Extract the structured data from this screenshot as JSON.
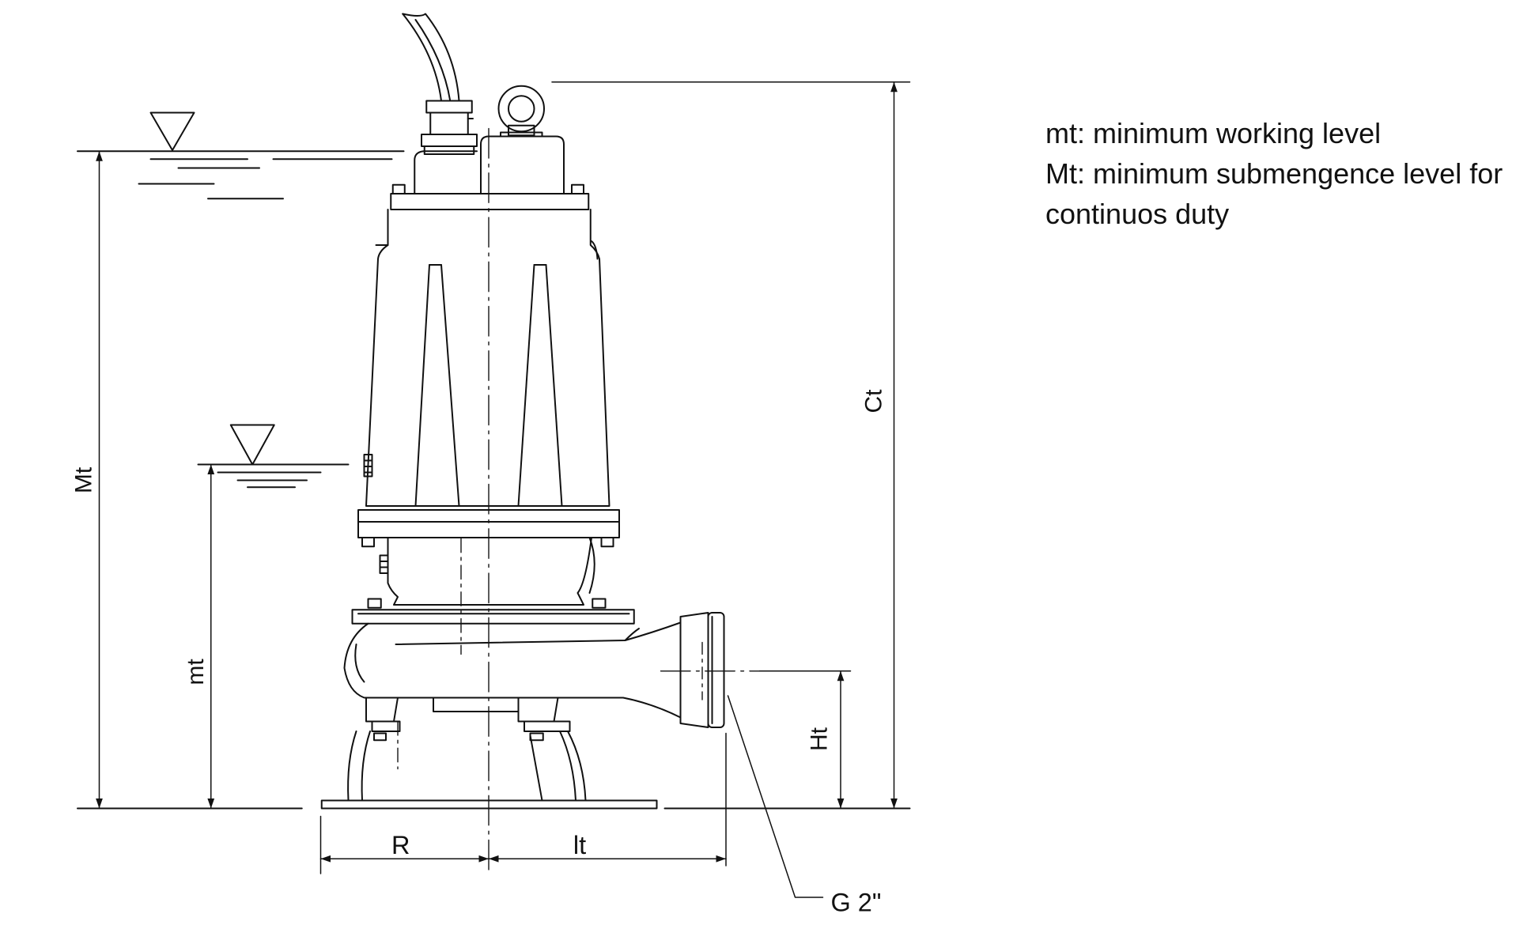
{
  "labels": {
    "mt": "mt",
    "Mt": "Mt",
    "Ct": "Ct",
    "Ht": "Ht",
    "R": "R",
    "lt": "lt",
    "G": "G 2\""
  },
  "legend": {
    "line1": "mt: minimum working level",
    "line2": "Mt: minimum submengence level for continuos duty"
  },
  "colors": {
    "line": "#111111",
    "background": "#ffffff"
  }
}
